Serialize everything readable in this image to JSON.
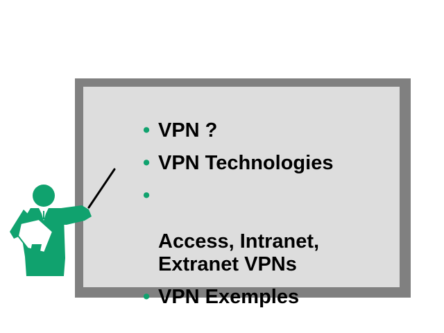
{
  "slide": {
    "agenda_items": [
      {
        "text": "VPN ?"
      },
      {
        "text": "VPN Technologies"
      },
      {
        "text": "Access, Intranet,\nExtranet VPNs"
      },
      {
        "text": "VPN Exemples"
      }
    ]
  },
  "colors": {
    "bullet": "#10a26e",
    "figure": "#10a26e",
    "board_frame": "#808080",
    "board_surface": "#dddddd"
  },
  "icons": {
    "presenter": "presenter-with-pointer-icon",
    "bullet": "bullet-dot-icon"
  }
}
